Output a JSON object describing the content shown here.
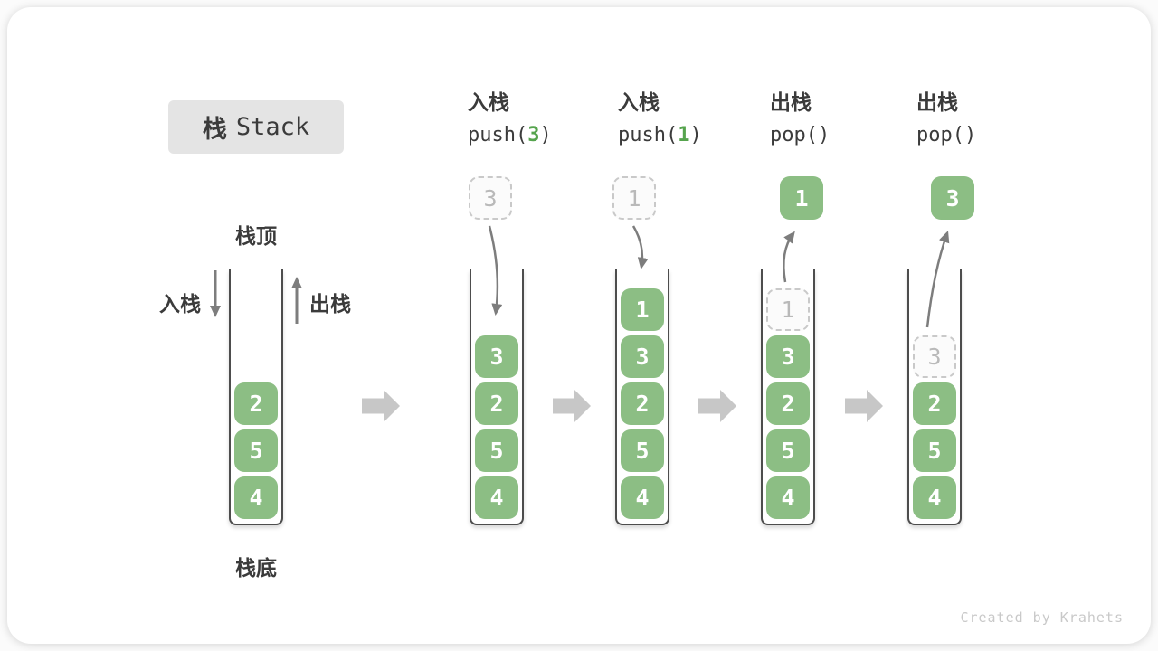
{
  "title": {
    "zh": "栈",
    "en": "Stack"
  },
  "annotations": {
    "stack_top": "栈顶",
    "stack_bottom": "栈底",
    "push_side": "入栈",
    "pop_side": "出栈"
  },
  "operations": [
    {
      "name": "入栈",
      "code_prefix": "push(",
      "code_arg": "3",
      "code_suffix": ")"
    },
    {
      "name": "入栈",
      "code_prefix": "push(",
      "code_arg": "1",
      "code_suffix": ")"
    },
    {
      "name": "出栈",
      "code_prefix": "pop()",
      "code_arg": "",
      "code_suffix": ""
    },
    {
      "name": "出栈",
      "code_prefix": "pop()",
      "code_arg": "",
      "code_suffix": ""
    }
  ],
  "floating": {
    "push3": "3",
    "push1": "1",
    "pop1": "1",
    "pop3": "3"
  },
  "stacks": [
    {
      "cells": [
        {
          "value": "2"
        },
        {
          "value": "5"
        },
        {
          "value": "4"
        }
      ]
    },
    {
      "cells": [
        {
          "value": "3"
        },
        {
          "value": "2"
        },
        {
          "value": "5"
        },
        {
          "value": "4"
        }
      ]
    },
    {
      "cells": [
        {
          "value": "1"
        },
        {
          "value": "3"
        },
        {
          "value": "2"
        },
        {
          "value": "5"
        },
        {
          "value": "4"
        }
      ]
    },
    {
      "cells": [
        {
          "value": "1"
        },
        {
          "value": "3"
        },
        {
          "value": "2"
        },
        {
          "value": "5"
        },
        {
          "value": "4"
        }
      ]
    },
    {
      "cells": [
        {
          "value": "3"
        },
        {
          "value": "2"
        },
        {
          "value": "5"
        },
        {
          "value": "4"
        }
      ]
    }
  ],
  "watermark": "Created by Krahets",
  "colors": {
    "cell_green": "#8cbe84",
    "arg_green": "#56a44e",
    "thin_arrow_gray": "#7d7d7d",
    "block_arrow_gray": "#c7c7c7",
    "title_bg": "#e4e4e4",
    "text_dark": "#3b3b3b",
    "ghost_border": "#c9c9c9",
    "ghost_text": "#b9b9b9"
  }
}
